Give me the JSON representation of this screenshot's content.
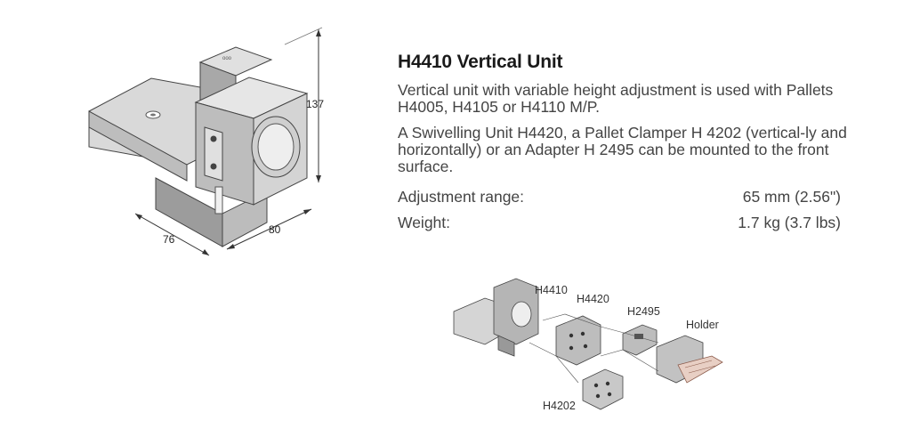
{
  "title": "H4410 Vertical Unit",
  "description": [
    "Vertical unit with variable height adjustment is used with Pallets H4005, H4105 or H4110 M/P.",
    "A Swivelling Unit H4420, a Pallet Clamper H 4202 (vertical-ly and horizontally) or an Adapter H 2495 can be mounted to the front surface."
  ],
  "specs": [
    {
      "label": "Adjustment range:",
      "value": "65 mm (2.56\")"
    },
    {
      "label": "Weight:",
      "value": "1.7 kg (3.7 lbs)"
    }
  ],
  "dimensions": {
    "height": "137",
    "width": "80",
    "depth": "76"
  },
  "diagram_labels": {
    "vertical_unit": "H4410",
    "swivelling_unit": "H4420",
    "adapter": "H2495",
    "holder": "Holder",
    "clamper": "H4202"
  }
}
